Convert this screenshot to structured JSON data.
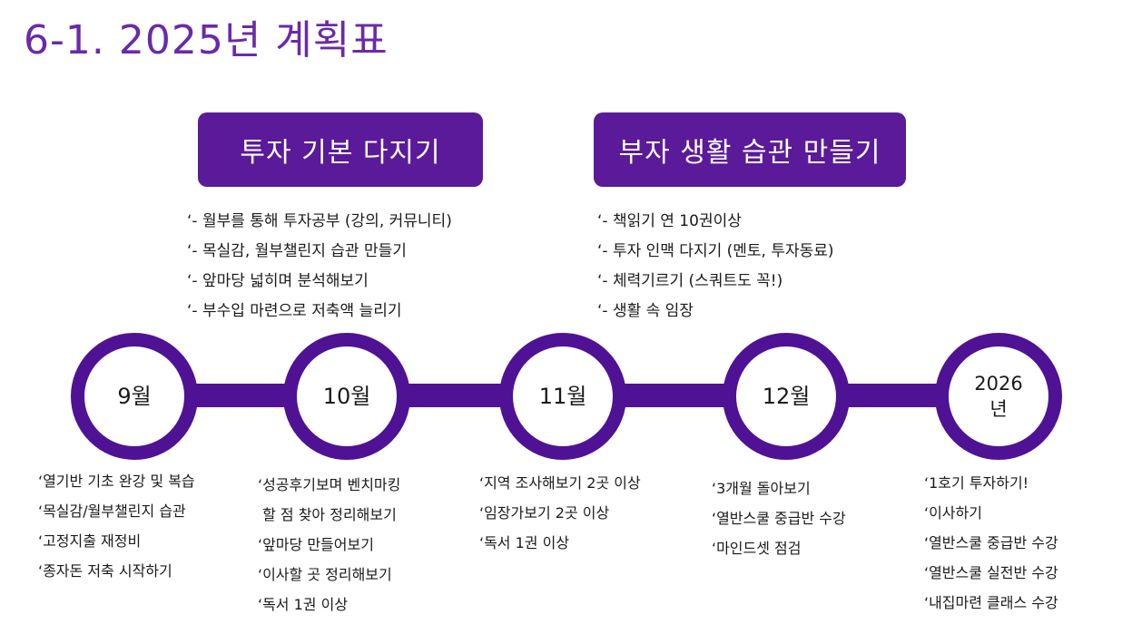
{
  "title": "6-1. 2025년 계획표",
  "phases": [
    {
      "label": "투자 기본 다지기",
      "goals": [
        "‘- 월부를 통해 투자공부 (강의, 커뮤니티)",
        "‘- 목실감, 월부챌린지 습관 만들기",
        "‘- 앞마당 넓히며 분석해보기",
        "‘- 부수입 마련으로 저축액 늘리기"
      ]
    },
    {
      "label": "부자 생활 습관 만들기",
      "goals": [
        "‘- 책읽기 연 10권이상",
        "‘- 투자 인맥 다지기 (멘토, 투자동료)",
        "‘- 체력기르기 (스쿼트도 꼭!)",
        "‘- 생활 속 임장"
      ]
    }
  ],
  "months": [
    {
      "label": "9월",
      "tasks": [
        "‘열기반 기초 완강 및 복습",
        "‘목실감/월부챌린지 습관",
        "‘고정지출 재정비",
        "‘종자돈 저축 시작하기"
      ]
    },
    {
      "label": "10월",
      "tasks": [
        "‘성공후기보며 벤치마킹",
        " 할 점 찾아 정리해보기",
        "‘앞마당 만들어보기",
        "‘이사할 곳 정리해보기",
        "‘독서 1권 이상"
      ]
    },
    {
      "label": "11월",
      "tasks": [
        "‘지역 조사해보기 2곳 이상",
        "‘임장가보기 2곳 이상",
        "‘독서 1권 이상"
      ]
    },
    {
      "label": "12월",
      "tasks": [
        "‘3개월 돌아보기",
        "‘열반스쿨 중급반 수강",
        "‘마인드셋 점검"
      ]
    },
    {
      "label_line1": "2026",
      "label_line2": "년",
      "tasks": [
        "‘1호기 투자하기!",
        "‘이사하기",
        "‘열반스쿨 중급반 수강",
        "‘열반스쿨 실전반 수강",
        "‘내집마련 클래스 수강"
      ]
    }
  ],
  "colors": {
    "title": "#6a2aa8",
    "accent": "#5b1a99",
    "timeline": "#4f1294"
  }
}
